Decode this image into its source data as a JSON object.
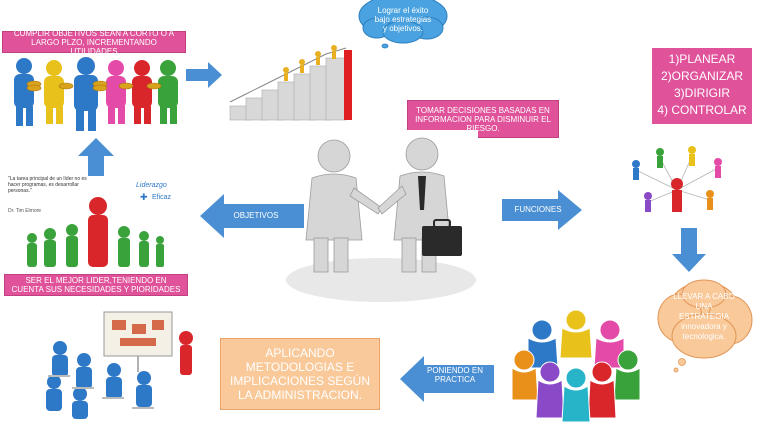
{
  "labels": {
    "goal_box": "CUMPLIR OBJETIVOS SEAN A CORTO O A LARGO PLZO, INCREMENTANDO UTILIDADES",
    "cloud_top": "Lograr el éxito bajo estrategias y objetivos.",
    "decision_box": "TOMAR DECISIONES BASADAS EN INFORMACION PARA DISMINUIR EL RIESGO.",
    "functions_list": [
      "1)PLANEAR",
      "2)ORGANIZAR",
      "3)DIRIGIR",
      "4) CONTROLAR"
    ],
    "arrow_objectives": "OBJETIVOS",
    "arrow_functions": "FUNCIONES",
    "leader_box": "SER EL MEJOR LIDER,TENIENDO EN CUENTA SUS NECESIDADES Y PIORIDADES",
    "cloud_right": "LLEVAR A CABO UNA ESTRATEGIA innovadora y tecnologica.",
    "arrow_practice": "PONIENDO EN PRACTICA",
    "methodology_box": "APLICANDO METODOLOGIAS E IMPLICACIONES SEGÚN LA ADMINISTRACION."
  },
  "quote_card": {
    "quote": "\"La tarea principal de un líder no es hacer programas, es desarrollar personas.\"",
    "author": "Dr. Tim Elmore",
    "logo_line1": "Liderazgo",
    "logo_line2": "Eficaz"
  },
  "colors": {
    "pink": "#e0529a",
    "arrow_blue": "#4a8fd4",
    "orange_fill": "#f9c99a",
    "cloud_blue": "#4aa3e0"
  }
}
